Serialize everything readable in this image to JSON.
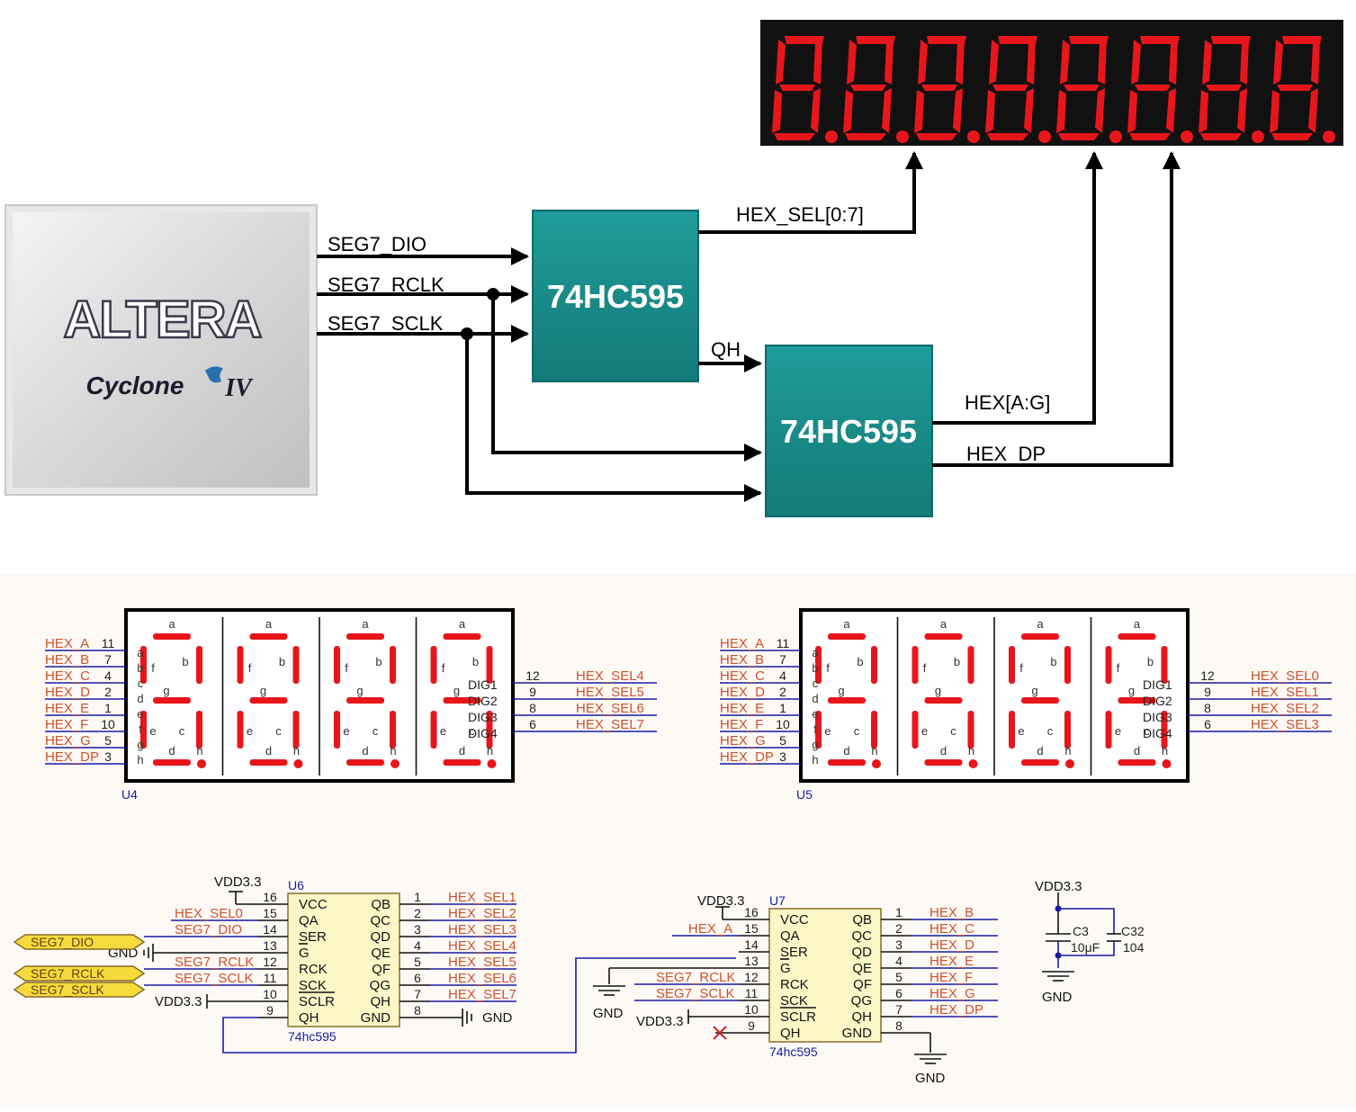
{
  "block": {
    "chip": {
      "brand": "ALTERA",
      "family": "Cyclone",
      "family_suffix": "IV"
    },
    "shift_reg_1": "74HC595",
    "shift_reg_2": "74HC595",
    "signals": {
      "dio": "SEG7_DIO",
      "rclk": "SEG7_RCLK",
      "sclk": "SEG7_SCLK",
      "qh": "QH",
      "hex_sel": "HEX_SEL[0:7]",
      "hex_seg": "HEX[A:G]",
      "hex_dp": "HEX_DP"
    },
    "display_digit_count": 8
  },
  "schematic": {
    "displays": [
      {
        "ref": "U4",
        "seg_nets": [
          "HEX_A",
          "HEX_B",
          "HEX_C",
          "HEX_D",
          "HEX_E",
          "HEX_F",
          "HEX_G",
          "HEX_DP"
        ],
        "seg_pins": [
          "11",
          "7",
          "4",
          "2",
          "1",
          "10",
          "5",
          "3"
        ],
        "dig_pins": [
          "12",
          "9",
          "8",
          "6"
        ],
        "dig_nets": [
          "HEX_SEL4",
          "HEX_SEL5",
          "HEX_SEL6",
          "HEX_SEL7"
        ]
      },
      {
        "ref": "U5",
        "seg_nets": [
          "HEX_A",
          "HEX_B",
          "HEX_C",
          "HEX_D",
          "HEX_E",
          "HEX_F",
          "HEX_G",
          "HEX_DP"
        ],
        "seg_pins": [
          "11",
          "7",
          "4",
          "2",
          "1",
          "10",
          "5",
          "3"
        ],
        "dig_pins": [
          "12",
          "9",
          "8",
          "6"
        ],
        "dig_nets": [
          "HEX_SEL0",
          "HEX_SEL1",
          "HEX_SEL2",
          "HEX_SEL3"
        ]
      }
    ],
    "seg_letters": [
      "a",
      "b",
      "c",
      "d",
      "e",
      "f",
      "g",
      "h"
    ],
    "dig_labels": [
      "DIG1",
      "DIG2",
      "DIG3",
      "DIG4"
    ],
    "ic_pins_left": [
      "VCC",
      "QA",
      "SER",
      "G",
      "RCK",
      "SCK",
      "SCLR",
      "QH"
    ],
    "ic_pins_right": [
      "QB",
      "QC",
      "QD",
      "QE",
      "QF",
      "QG",
      "QH",
      "GND"
    ],
    "ic_left_nums": [
      "16",
      "15",
      "14",
      "13",
      "12",
      "11",
      "10",
      "9"
    ],
    "ic_right_nums": [
      "1",
      "2",
      "3",
      "4",
      "5",
      "6",
      "7",
      "8"
    ],
    "u6": {
      "ref": "U6",
      "part": "74hc595",
      "vdd_top": "VDD3.3",
      "vdd_sclr": "VDD3.3",
      "gnd_g": "GND",
      "gnd_right": "GND",
      "qa_net": "HEX_SEL0",
      "ser_net": "SEG7_DIO",
      "rck_net": "SEG7_RCLK",
      "sck_net": "SEG7_SCLK",
      "right_nets": [
        "HEX_SEL1",
        "HEX_SEL2",
        "HEX_SEL3",
        "HEX_SEL4",
        "HEX_SEL5",
        "HEX_SEL6",
        "HEX_SEL7"
      ],
      "ports": [
        "SEG7_DIO",
        "SEG7_RCLK",
        "SEG7_SCLK"
      ]
    },
    "u7": {
      "ref": "U7",
      "part": "74hc595",
      "vdd_top": "VDD3.3",
      "vdd_sclr": "VDD3.3",
      "gnd_g": "GND",
      "gnd_right": "GND",
      "qa_net": "HEX_A",
      "rck_net": "SEG7_RCLK",
      "sck_net": "SEG7_SCLK",
      "right_nets": [
        "HEX_B",
        "HEX_C",
        "HEX_D",
        "HEX_E",
        "HEX_F",
        "HEX_G",
        "HEX_DP"
      ]
    },
    "caps": {
      "vdd": "VDD3.3",
      "gnd": "GND",
      "c3_ref": "C3",
      "c3_val": "10μF",
      "c32_ref": "C32",
      "c32_val": "104"
    }
  },
  "colors": {
    "teal": "#1a8a8a",
    "seg_red": "#e8161c",
    "net_red": "#d0502a",
    "wire_blue": "#1a1aa0",
    "ic_fill": "#fdf7c8",
    "port_fill": "#f5dc3c",
    "schematic_bg": "#fdfaf6"
  }
}
